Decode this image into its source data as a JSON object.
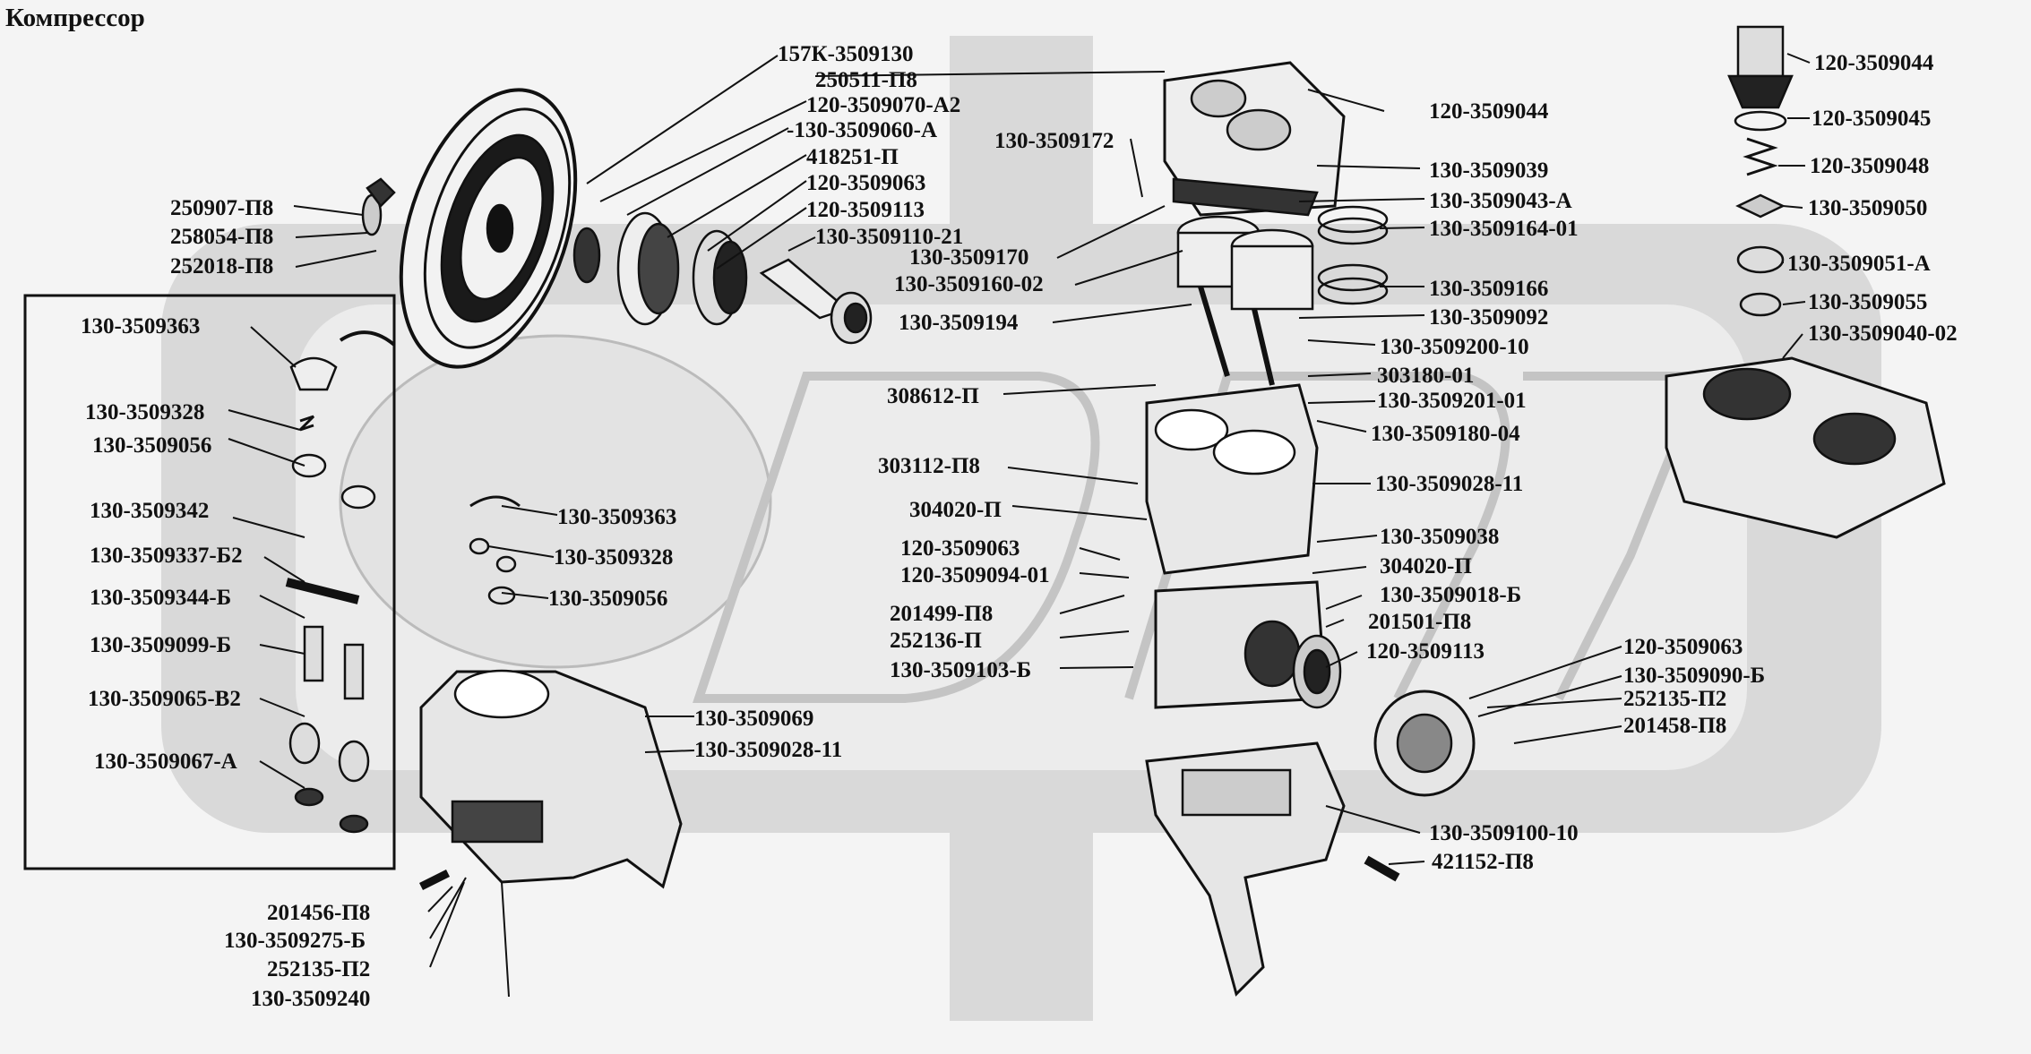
{
  "title": "Компрессор",
  "labels": [
    "157К-3509130",
    "250511-П8",
    "120-3509070-А2",
    "-130-3509060-А",
    "418251-П",
    "120-3509063",
    "120-3509113",
    "130-3509110-21",
    "130-3509172",
    "250907-П8",
    "258054-П8",
    "252018-П8",
    "130-3509170",
    "130-3509160-02",
    "130-3509194",
    "130-3509363",
    "130-3509328",
    "130-3509056",
    "130-3509342",
    "130-3509337-Б2",
    "130-3509344-Б",
    "130-3509099-Б",
    "130-3509065-В2",
    "130-3509067-А",
    "130-3509363",
    "130-3509328",
    "130-3509056",
    "308612-П",
    "303112-П8",
    "304020-П",
    "120-3509063",
    "120-3509094-01",
    "201499-П8",
    "252136-П",
    "130-3509103-Б",
    "130-3509069",
    "130-3509028-11",
    "201456-П8",
    "130-3509275-Б",
    "252135-П2",
    "130-3509240",
    "120-3509044",
    "130-3509039",
    "130-3509043-А",
    "130-3509164-01",
    "130-3509166",
    "130-3509092",
    "130-3509200-10",
    "303180-01",
    "130-3509201-01",
    "130-3509180-04",
    "130-3509028-11",
    "130-3509038",
    "304020-П",
    "130-3509018-Б",
    "201501-П8",
    "120-3509113",
    "120-3509063",
    "130-3509090-Б",
    "252135-П2",
    "201458-П8",
    "130-3509100-10",
    "421152-П8",
    "120-3509044",
    "120-3509045",
    "120-3509048",
    "130-3509050",
    "130-3509051-А",
    "130-3509055",
    "130-3509040-02"
  ]
}
